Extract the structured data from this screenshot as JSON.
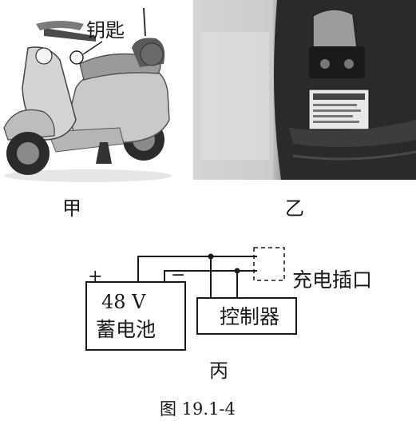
{
  "photos": {
    "scooter": {
      "key_label": "钥匙",
      "panel_label": "甲"
    },
    "socket_photo": {
      "panel_label": "乙"
    }
  },
  "circuit": {
    "battery": {
      "voltage": "48 V",
      "name": "蓄电池"
    },
    "plus_sign": "+",
    "minus_sign": "−",
    "controller": "控制器",
    "socket": "充电插口",
    "panel_label": "丙"
  },
  "figure_caption": "图 19.1-4"
}
